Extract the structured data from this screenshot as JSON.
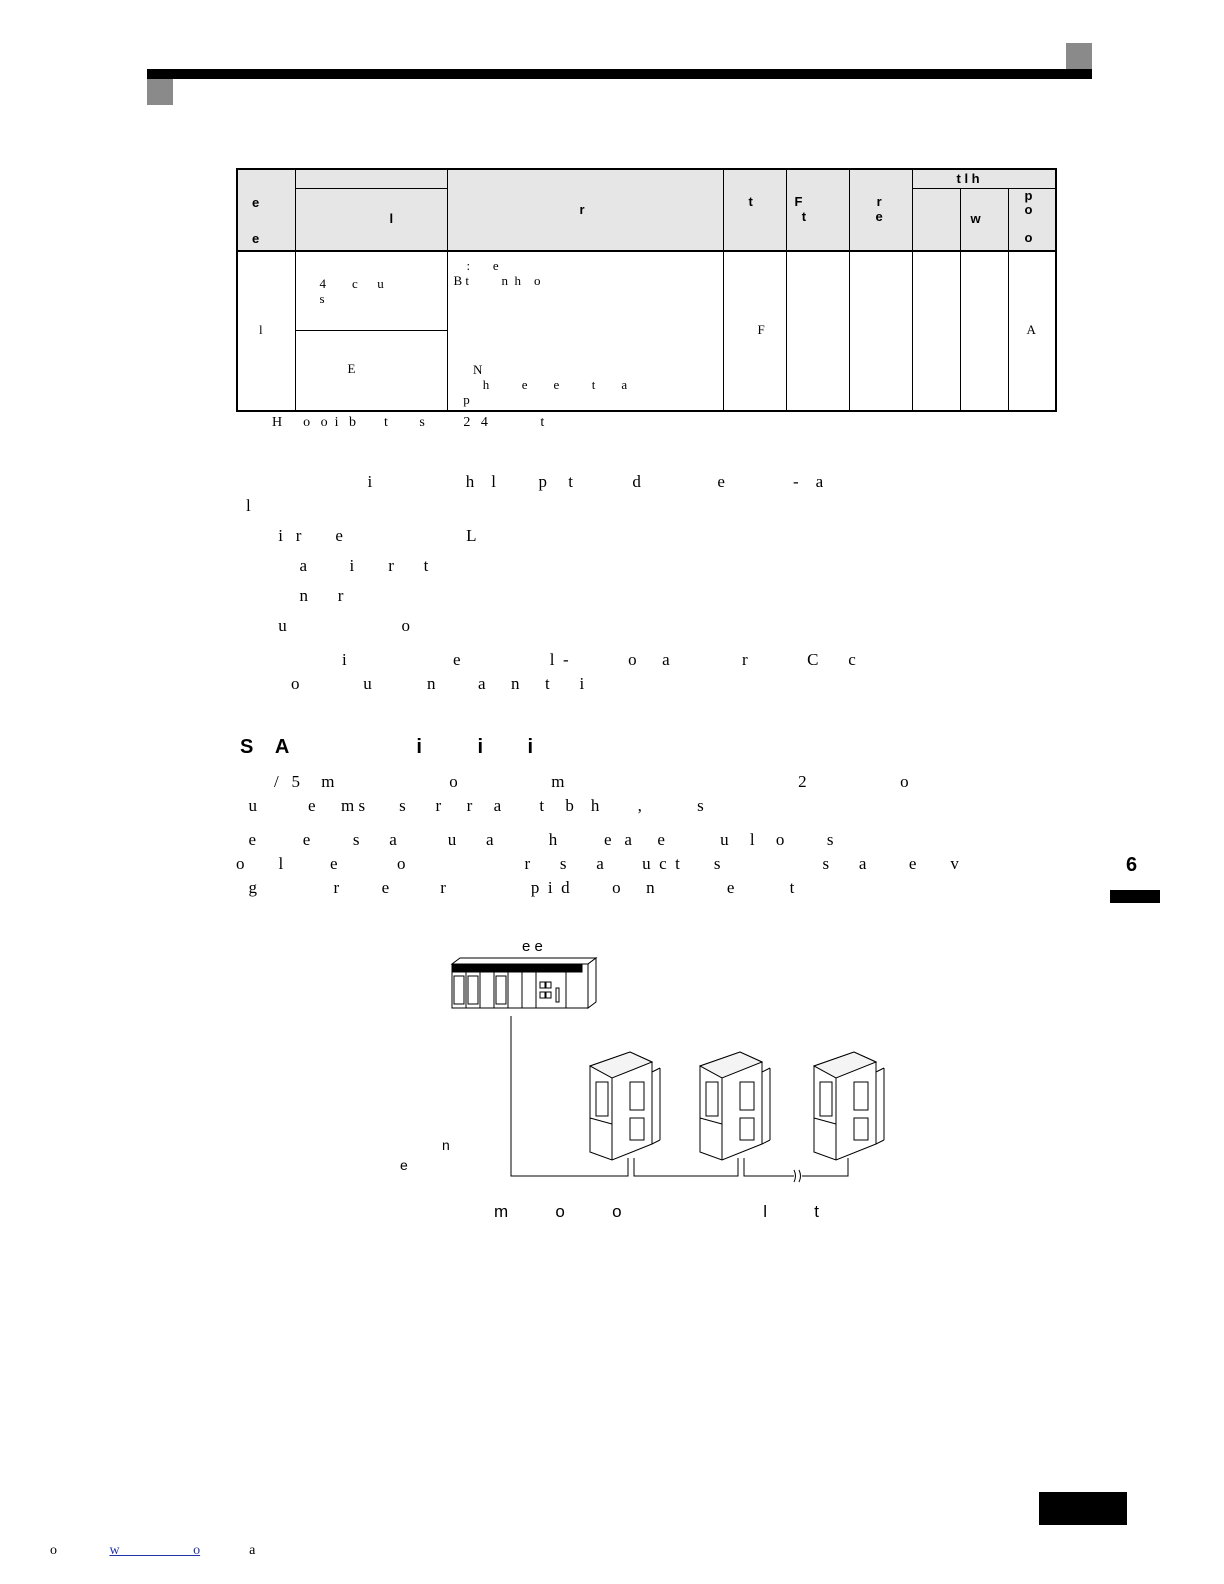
{
  "table": {
    "header_group": "t l h",
    "col1": "e\n\ne",
    "col2": "l",
    "col3": "r",
    "col4": "t",
    "col5": "F\n  t",
    "col6": "r\ne",
    "sub2": "w",
    "sub3": "p\no\n\no",
    "row_code": "l",
    "row_name_top": "4        c      u\ns",
    "row_name_bottom": "E",
    "desc_top": "    :       e\nB t          n  h    o",
    "desc_bottom": "      N\n         h          e        e          t        a\n   p",
    "col_f": "F",
    "col_a": "A"
  },
  "table_note": "H      o   o  i   b        t         s           2   4               t",
  "paragraphs": [
    "                              i                      h    l          p     t              d                  e                -    a",
    "l",
    "         i   r        e                             L",
    "              a          i        r       t",
    "              n       r",
    "         u                           o",
    "                        i                         e                     l  -              o      a                 r              C       c",
    "            o               u             n          a      n      t       i"
  ],
  "section_heading": "S    A                       i          i        i",
  "section_paragraphs": [
    "        /   5     m                           o                      m                                                       2                      o",
    "  u            e      m s        s       r      r     a         t     b    h         ,             s",
    "  e           e          s       a            u       a             h           e   a      e             u     l     o          s",
    "o        l           e              o                            r       s       a         u  c  t        s                        s       a          e        v",
    "  g                  r          e            r                    p  i  d          o      n                 e             t"
  ],
  "diagram": {
    "plc_label": "e e",
    "cable_label": "n\ne",
    "caption": "m          o          o                              l          t"
  },
  "chapter_number": "6",
  "footer": {
    "prefix": "o",
    "link": "w                     o",
    "suffix": "a"
  }
}
